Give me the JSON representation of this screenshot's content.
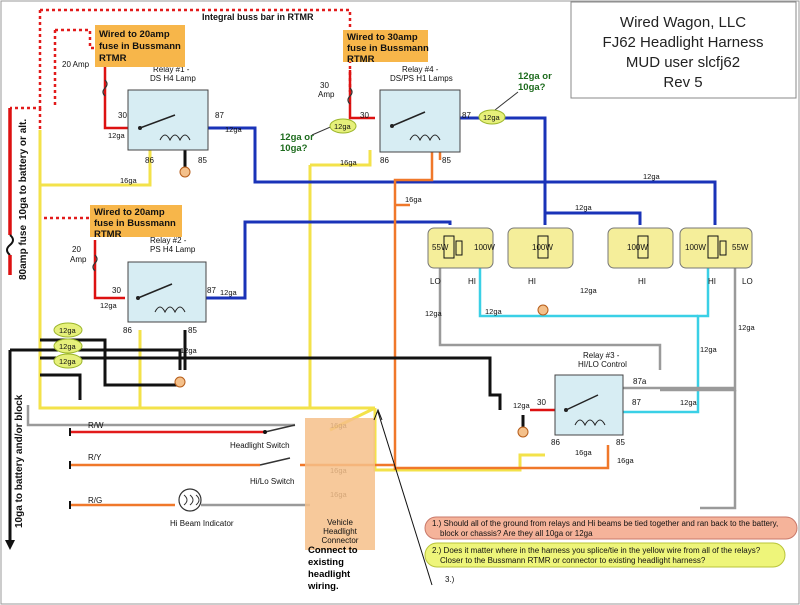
{
  "title_block": {
    "line1": "Wired Wagon, LLC",
    "line2": "FJ62 Headlight Harness",
    "line3": "MUD user slcfj62",
    "line4": "Rev 5"
  },
  "top_label": "Integral buss bar in RTMR",
  "fuse_notes": {
    "relay1": [
      "Wired to 20amp",
      "fuse in Bussmann",
      "RTMR"
    ],
    "relay4": [
      "Wired to 30amp",
      "fuse in Bussmann",
      "RTMR"
    ],
    "relay2": [
      "Wired to 20amp",
      "fuse in Bussmann",
      "RTMR"
    ]
  },
  "green_notes": {
    "right": [
      "12ga or",
      "10ga?"
    ],
    "left": [
      "12ga or",
      "10ga?"
    ]
  },
  "relays": {
    "r1": [
      "Relay #1 -",
      "DS H4 Lamp"
    ],
    "r4": [
      "Relay #4 -",
      "DS/PS H1 Lamps"
    ],
    "r2": [
      "Relay #2 -",
      "PS H4 Lamp"
    ],
    "r3": [
      "Relay #3 -",
      "HI/LO Control"
    ]
  },
  "pins": {
    "p30": "30",
    "p87": "87",
    "p86": "86",
    "p85": "85",
    "p87a": "87a"
  },
  "amps": {
    "a20": "20 Amp",
    "a30a": "30",
    "a30b": "Amp",
    "a20b": "20",
    "a20c": "Amp"
  },
  "lamps": {
    "w55": "55W",
    "w100": "100W",
    "lo": "LO",
    "hi": "HI"
  },
  "gauges": {
    "g12": "12ga",
    "g16": "16ga"
  },
  "side_labels": {
    "fuse80": "80amp fuse",
    "to_batt": "10ga to battery or alt.",
    "batt_block": "10ga to battery and/or block"
  },
  "switches": {
    "rw": "R/W",
    "ry": "R/Y",
    "rg": "R/G",
    "headlight": "Headlight Switch",
    "hilo": "Hi/Lo Switch",
    "hibeam": "Hi Beam Indicator"
  },
  "connector": {
    "label": [
      "Vehicle",
      "Headlight",
      "Connector"
    ],
    "connect": [
      "Connect to",
      "existing",
      "headlight",
      "wiring."
    ]
  },
  "questions": {
    "q1a": "1.) Should all of the ground from relays and Hi beams be tied together and ran back to the battery,",
    "q1b": "block or chassis?  Are they all 10ga or 12ga",
    "q2a": "2.) Does it matter where in the harness you splice/tie in the yellow wire from all of the relays?",
    "q2b": "Closer to the Bussmann RTMR or connector to existing headlight harness?",
    "q3": "3.)"
  }
}
